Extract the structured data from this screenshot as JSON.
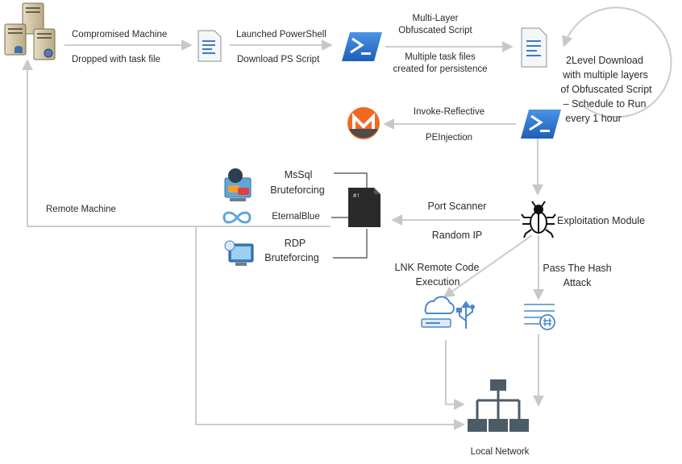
{
  "labels": {
    "compromised_machine": "Compromised  Machine",
    "dropped_task_file": "Dropped with task file",
    "launched_powershell": "Launched PowerShell",
    "download_ps_script": "Download PS Script",
    "multi_layer_1": "Multi-Layer",
    "multi_layer_2": "Obfuscated Script",
    "multiple_task_1": "Multiple task files",
    "multiple_task_2": "created for persistence",
    "two_level_1": "2Level Download",
    "two_level_2": "with multiple layers",
    "two_level_3": "of Obfuscated Script",
    "two_level_4": "– Schedule to Run",
    "two_level_5": "every 1 hour",
    "invoke_reflective": "Invoke-Reflective",
    "pe_injection": "PEInjection",
    "mssql_1": "MsSql",
    "mssql_2": "Bruteforcing",
    "eternalblue": "EternalBlue",
    "rdp_1": "RDP",
    "rdp_2": "Bruteforcing",
    "port_scanner": "Port Scanner",
    "random_ip": "Random  IP",
    "exploitation_module": "Exploitation Module",
    "remote_machine": "Remote Machine",
    "lnk_1": "LNK Remote Code",
    "lnk_2": "Execution",
    "pth_1": "Pass The Hash",
    "pth_2": "Attack",
    "local_network": "Local Network",
    "script_file_mark": "#!"
  },
  "colors": {
    "arrow": "#cccccc",
    "powershell_blue": "#2f78d3",
    "monero_orange": "#f26822",
    "monero_dark": "#4c4c4c",
    "network_blue": "#4c88c8",
    "network_dark": "#4d5b67",
    "doc_dark": "#2a2a2a"
  },
  "icons": [
    "server-cluster-icon",
    "document-icon",
    "powershell-icon",
    "monero-icon",
    "bug-icon",
    "script-file-icon",
    "chat-monitor-icon",
    "infinity-icon",
    "remote-desktop-icon",
    "cloud-server-icon",
    "usb-icon",
    "list-hash-icon",
    "network-hierarchy-icon"
  ]
}
